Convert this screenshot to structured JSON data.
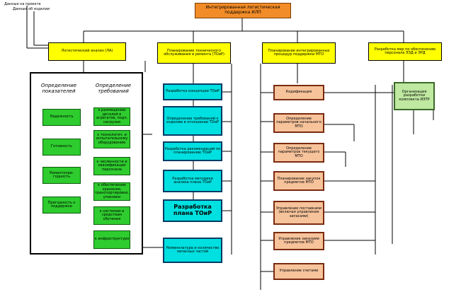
{
  "top_box": "Интегрированная логистическая поддержка ИЛП",
  "notes_top_left": [
    "Данные на проекте",
    "Данные об изделии",
    "",
    ""
  ],
  "columns": {
    "la": "Логистический анализ (ЛА)",
    "toir": "Планирование технического обслуживания и ремонта (ТОиР)",
    "ipp": "Планирование интегрированных процедур поддержки МТО",
    "pers": "Разработка мер по обеспечению персонала ЭЭД и ЭРД"
  },
  "panel_heads": {
    "left": "Определение показателей",
    "right": "Определение требований"
  },
  "green_left": [
    "Надежность",
    "Готовность",
    "Ремонтопри-годность",
    "Пригодность к поддержке"
  ],
  "green_right": [
    "к размещению деталей и агрегатов, подп. нагрузки",
    "к технологич. и испытательному оборудованию",
    "к численности и квалификации персонала",
    "к обеспечению хранения, транспортировки, упаковки",
    "к системам и средствам обучения",
    "к инфраструктуре"
  ],
  "cyan": [
    "Разработка концепции ТОиР",
    "Определение требований к изделию в отношении ТОиР",
    "Разработка рекомендаций по планированию ТОиР",
    "Разработка методики анализа плана ТОиР",
    "Разработка плана ТОиР",
    "Номенклатура и количество запасных частей"
  ],
  "peach": [
    "Кодификация",
    "Определение параметров начального МТО",
    "Определение параметров текущего МТО",
    "Планирование закупок предметов МТО",
    "Управление поставками (включая управление запасами)",
    "Управление заказами предметов МТО",
    "Управление счетами"
  ],
  "staff_box": "Организация разработки комплекта ИЭТР",
  "labels": {
    "left_vert": "",
    "mid_vert": "",
    "right_vert": "",
    "under_left": "",
    "under_cyan": "",
    "bottom_mid": "",
    "peach_r1": "",
    "peach_r2": "",
    "peach_r3": "",
    "staff_a": "",
    "staff_b": "",
    "right_bottom": ""
  },
  "legend": [
    "",
    "",
    ""
  ]
}
